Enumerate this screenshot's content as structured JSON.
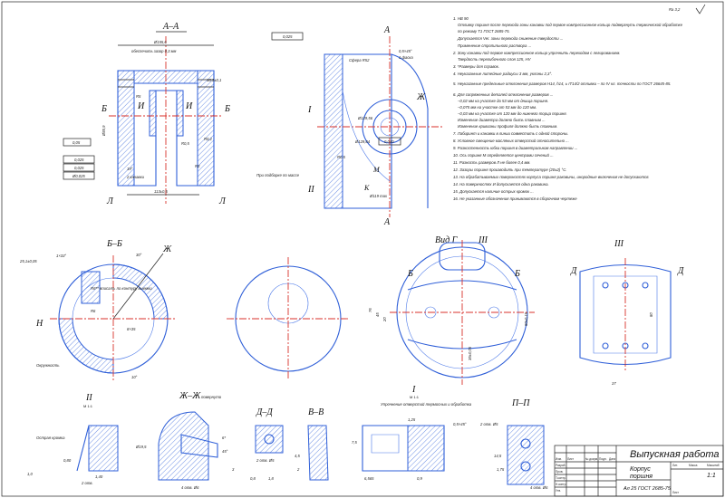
{
  "drawing": {
    "roughness_mark": "Ra 3,2",
    "views": {
      "section_aa": {
        "title": "А–А",
        "dims": [
          "Ø155,6",
          "обеспечить зазор 0,3 мм",
          "Ø85,9",
          "113±0,5",
          "2 канавки",
          "19°",
          "R0,5",
          "R0,2",
          "R3",
          "10,3±0,1",
          "R5"
        ]
      },
      "front_view": {
        "dims": [
          "Сфера R52",
          "0,5×45°",
          "1 фаска",
          "Ø129,56",
          "Ø129,84",
          "0,040",
          "Ø119 max",
          "R0,5"
        ],
        "note": "При подборке по массе"
      },
      "section_bb": {
        "title": "Б–Б",
        "dims": [
          "25,1±0,05",
          "1×33°",
          "30°",
          "R6",
          "8×35",
          "10°",
          "Окружность"
        ],
        "note": "R6** вписать по контуру выемки"
      },
      "view_g": {
        "title": "Вид Г",
        "dims": [
          "76",
          "45",
          "20",
          "80±0,15",
          "35±0,05"
        ]
      },
      "view_iii": {
        "title": "III",
        "dims": [
          "80",
          "37"
        ]
      },
      "detail_ii": {
        "title": "II",
        "scale": "М 1:1",
        "note": "Острая кромка",
        "dims": [
          "0,80",
          "1,40",
          "1,0",
          "2 отв."
        ]
      },
      "section_zhzh": {
        "title": "Ж–Ж",
        "note": "повернуто",
        "dims": [
          "Ø19,5",
          "4 отв. Ø6",
          "6*",
          "45°",
          "3"
        ]
      },
      "section_dd": {
        "title": "Д–Д",
        "dims": [
          "2 отв. Ø5",
          "0,8",
          "1,8"
        ]
      },
      "section_vv": {
        "title": "В–В",
        "dims": [
          "4,5",
          "2"
        ]
      },
      "detail_i": {
        "title": "I",
        "scale": "М 1:1",
        "note": "Упрочнение отверстий термосных и обработка",
        "dims": [
          "0,5×45°",
          "1,25",
          "7,5",
          "0,9",
          "6,565"
        ]
      },
      "section_pp": {
        "title": "П–П",
        "dims": [
          "2 отв. Ø5",
          "14,5",
          "1,75",
          "4 отв. Ø6"
        ]
      }
    },
    "tolerance_frames": [
      "0,05",
      "0,025",
      "0,025",
      "Ø0,025",
      "0,025"
    ],
    "tech_notes": [
      "1. НВ 90",
      "Отливку поршня после перехода зоны канавки под первое компрессионное кольцо подвергнуть термической обработке",
      "по режиму Т1 ГОСТ 2685-75.",
      "Допускается Ver. зоны перехода снижение твердости ...",
      "Применение стропильного раствора ...",
      "2. Зону канавки под первое компрессионное кольцо упрочнить переходом с легированием.",
      "Твердость перегибочного слоя 125, НV",
      "3. *Размеры для справок.",
      "4. Неуказанные литейные радиусы 3 мм, уклоны 2,3°.",
      "5. Неуказанные предельные отклонения размеров Н14, h14,  ± IT14/2  отливки – по IV кл. точности по ГОСТ 26645-85.",
      "6. Для сопряженных деталей отклонения размеров ...",
      "–0,02 мм на участке до 53 мм от днища поршня.",
      "–0,075 мм на участке от 53 мм до 120 мм.",
      "–0,03 мм на участке от 120 мм до нижнего торца поршня.",
      "Изменение диаметра должно быть плавным ...",
      "Изменение кривизны профиля должно быть плавным.",
      "7. Лабиринт и канавки в линии совместить с одной стороны.",
      "8. Условное смещение масляных отверстий относительно ...",
      "9. Разностенность юбки поршня в диаметральном направлении ...",
      "10. Ось поршня М определяется центрами сечений ...",
      "11. Разность размеров Л не более 0,4 мм.",
      "12. Зазоры поршня производить при температуре (20±2) °С.",
      "13. На обрабатываемых поверхностях корпуса поршня раковины, инородные включения не допускаются.",
      "14. На поверхностях И допускается одна раковина.",
      "15. Допускается наличие острых кромок ...",
      "16. Не указанные обозначения принимаются в сборочном чертеже"
    ]
  },
  "title_block": {
    "title": "Выпускная работа",
    "part_name": "Корпус",
    "part_name2": "поршня",
    "material": "Ал 25 ГОСТ 2685-75",
    "scale": "1:1",
    "sheet": "Лист",
    "headers": [
      "Лит.",
      "Масса",
      "Масштаб"
    ],
    "row_labels": [
      "Изм.",
      "Лист",
      "№ докум.",
      "Подп.",
      "Дата",
      "Разраб.",
      "Пров.",
      "Т.контр.",
      "Н.контр.",
      "Утв."
    ]
  },
  "section_letters": [
    "А",
    "А",
    "Б",
    "Б",
    "I",
    "I",
    "II",
    "II",
    "III",
    "III",
    "Ж",
    "Ж",
    "Н",
    "Л",
    "Л",
    "И",
    "И",
    "М",
    "К",
    "Д",
    "Д",
    "Г"
  ]
}
